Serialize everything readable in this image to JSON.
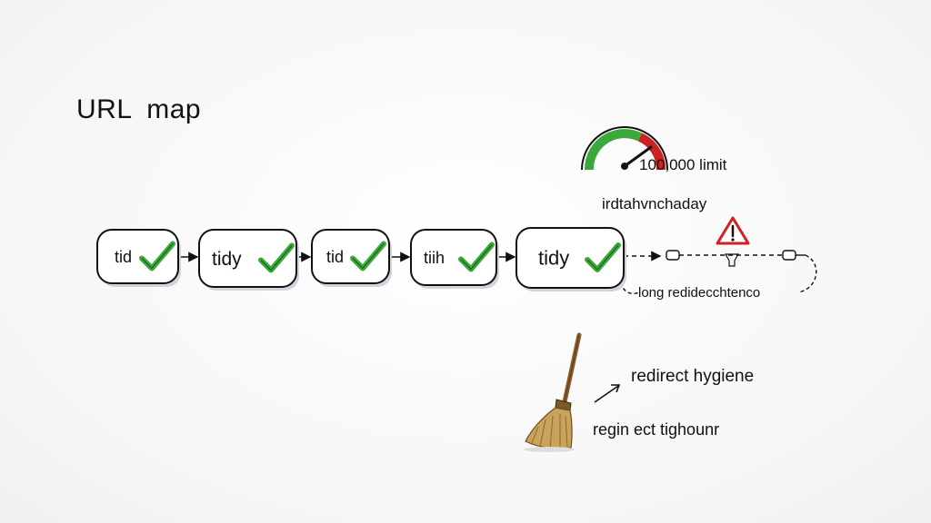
{
  "title": "URL  map",
  "nodes": [
    {
      "label": "tid",
      "status": "check"
    },
    {
      "label": "tidy",
      "status": "check"
    },
    {
      "label": "tid",
      "status": "check"
    },
    {
      "label": "tiih",
      "status": "check"
    },
    {
      "label": "tidy",
      "status": "check"
    }
  ],
  "gauge": {
    "label": "100,000 limit",
    "colors": [
      "#3aa83a",
      "#e0b030",
      "#cc2222"
    ]
  },
  "chain_label": "irdtahvnchaday",
  "warning_icon": "warning-triangle-icon",
  "long_chain_label": "long redidecchtenco",
  "broom": {
    "icon": "broom-icon"
  },
  "annotations": {
    "redirect": "redirect hygiene",
    "bottom": "regin ect tighounr"
  },
  "colors": {
    "check": "#3aa83a",
    "warning": "#cc2222",
    "ink": "#111111"
  }
}
